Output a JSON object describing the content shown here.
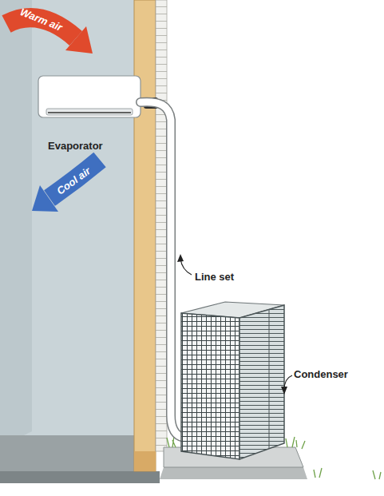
{
  "diagram": {
    "labels": [
      "Warm air",
      "Evaporator",
      "Cool air",
      "Line set",
      "Condenser"
    ]
  }
}
